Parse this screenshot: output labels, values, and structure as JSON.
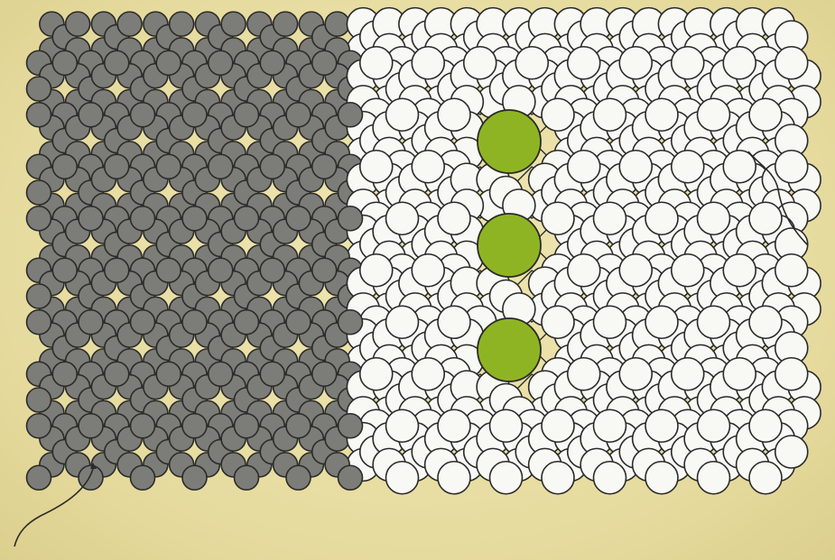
{
  "colors": {
    "background": "#eae0a6",
    "gray_bead": "#7c7c78",
    "white_bead": "#f8f8f4",
    "green_bead": "#8fb423",
    "outline": "#2a2a28",
    "thread": "#2a2a28"
  },
  "legend": {
    "bead_types": [
      "gray-bead",
      "white-bead",
      "green-bead"
    ]
  },
  "thread_ends": [
    "start-thread-end",
    "finish-thread-end"
  ]
}
